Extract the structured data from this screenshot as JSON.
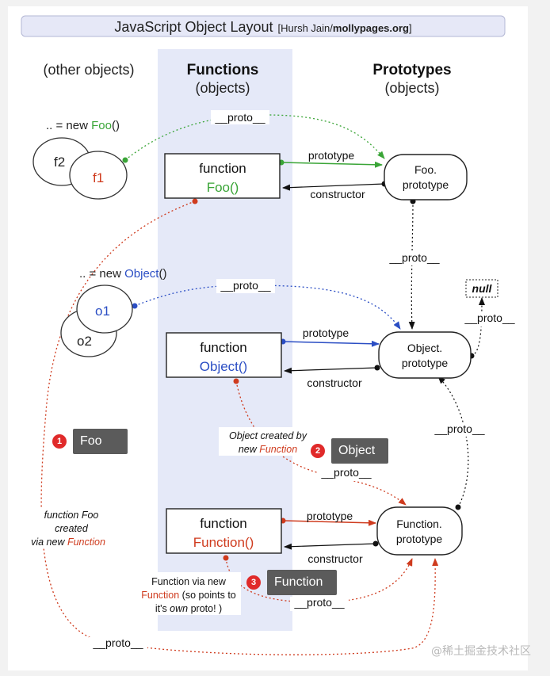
{
  "header": {
    "title": "JavaScript Object Layout",
    "credit_prefix": "[Hursh Jain/",
    "credit_site": "mollypages.org",
    "credit_suffix": "]"
  },
  "columns": {
    "other": "(other objects)",
    "functions_title": "Functions",
    "functions_sub": "(objects)",
    "prototypes_title": "Prototypes",
    "prototypes_sub": "(objects)"
  },
  "nodes": {
    "new_foo_prefix": ".. = new ",
    "new_foo_name": "Foo",
    "new_foo_suffix": "()",
    "f2": "f2",
    "f1": "f1",
    "new_object_prefix": ".. = new ",
    "new_object_name": "Object",
    "new_object_suffix": "()",
    "o1": "o1",
    "o2": "o2",
    "func_word": "function",
    "foo_call": "Foo()",
    "object_call": "Object()",
    "function_call": "Function()",
    "foo_proto_line1": "Foo.",
    "foo_proto_line2": "prototype",
    "object_proto_line1": "Object.",
    "object_proto_line2": "prototype",
    "function_proto_line1": "Function.",
    "function_proto_line2": "prototype",
    "null": "null"
  },
  "labels": {
    "proto": "__proto__",
    "prototype": "prototype",
    "constructor": "constructor",
    "object_created_1": "Object created by",
    "object_created_2a": "new ",
    "object_created_2b": "Function",
    "func_foo_1": "function Foo",
    "func_foo_2": "created",
    "func_foo_3a": "via new ",
    "func_foo_3b": "Function",
    "func_via_1": "Function via new",
    "func_via_2a": "Function",
    "func_via_2b": " (so points to",
    "func_via_3a": "it's ",
    "func_via_3b": "own",
    "func_via_3c": " proto! )"
  },
  "annotations": [
    {
      "number": "1",
      "label": "Foo"
    },
    {
      "number": "2",
      "label": "Object"
    },
    {
      "number": "3",
      "label": "Function"
    }
  ],
  "watermark": "@稀土掘金技术社区",
  "colors": {
    "green": "#3aa537",
    "blue": "#2b4ec4",
    "red": "#cf3b1e",
    "functions_column": "#e5e9f8",
    "title_bar": "#e6e8f7",
    "tag_bg": "#5b5b5b",
    "badge": "#e02a2a"
  }
}
